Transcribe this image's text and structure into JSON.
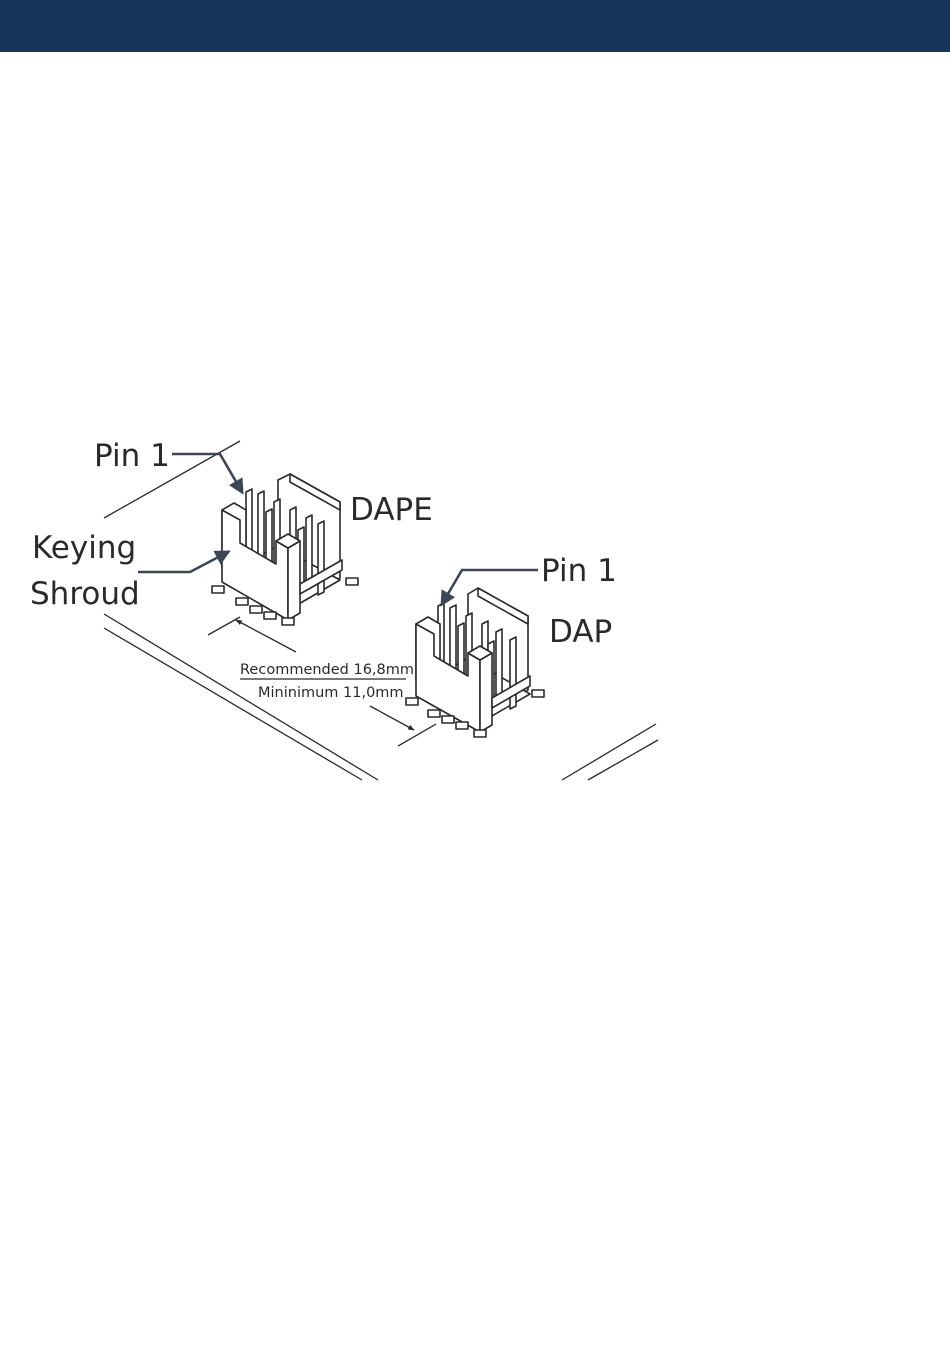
{
  "colors": {
    "header": "#173559",
    "ink": "#2a2a2a",
    "leader": "#3c4654"
  },
  "diagram": {
    "labels": {
      "pin1_left": "Pin 1",
      "dape": "DAPE",
      "keying": "Keying",
      "shroud": "Shroud",
      "pin1_right": "Pin 1",
      "dap": "DAP",
      "recommended": "Recommended 16,8mm",
      "minimum": "Mininimum 11,0mm"
    }
  }
}
